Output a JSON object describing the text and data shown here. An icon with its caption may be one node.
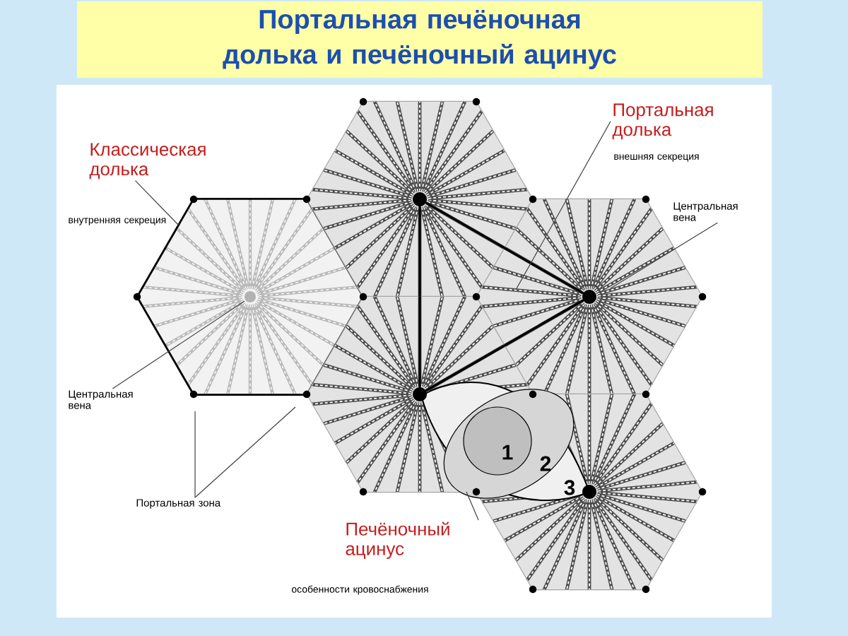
{
  "diagram": {
    "title": "Портальная печёночная долька и печёночный ацинус",
    "nodes": [
      {
        "text": [
          "Классическая долька"
        ],
        "beside": [
          "внутренняя секреция"
        ]
      },
      {
        "text": [
          "Портальная долька"
        ],
        "beside": [
          "внешняя секреция"
        ]
      },
      {
        "text": [
          "Центральная вена"
        ]
      },
      {
        "text": [
          "Центральная вена"
        ]
      },
      {
        "text": [
          "Портальная зона"
        ]
      },
      {
        "text": [
          "Печёночный ацинус"
        ],
        "beside": [
          "особенности кровоснабжения"
        ]
      }
    ],
    "edges": [
      {
        "from": 0,
        "to": null,
        "arrow": "none"
      },
      {
        "from": 1,
        "to": null,
        "arrow": "none"
      },
      {
        "from": 2,
        "to": null,
        "arrow": "none"
      },
      {
        "from": 3,
        "to": null,
        "arrow": "none"
      },
      {
        "from": 4,
        "to": null,
        "arrow": "none"
      },
      {
        "from": 4,
        "to": null,
        "arrow": "none"
      },
      {
        "from": 5,
        "to": null,
        "arrow": "none"
      }
    ],
    "labels": [
      "1",
      "2",
      "3"
    ]
  }
}
